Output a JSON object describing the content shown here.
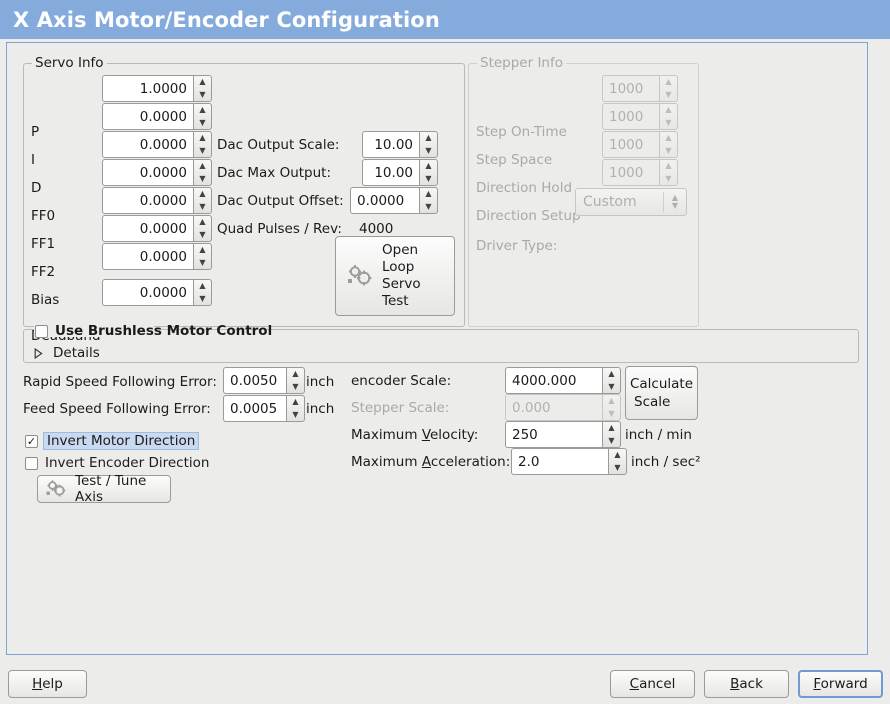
{
  "window": {
    "title": "X Axis Motor/Encoder Configuration",
    "header_color": "#85abdd",
    "panel_border_color": "#7fa3cf",
    "background": "#ececeb"
  },
  "servo_info": {
    "legend": "Servo Info",
    "rows": [
      {
        "label": "P",
        "value": "1.0000"
      },
      {
        "label": "I",
        "value": "0.0000"
      },
      {
        "label": "D",
        "value": "0.0000"
      },
      {
        "label": "FF0",
        "value": "0.0000"
      },
      {
        "label": "FF1",
        "value": "0.0000"
      },
      {
        "label": "FF2",
        "value": "0.0000"
      },
      {
        "label": "Bias",
        "value": "0.0000"
      },
      {
        "label": "Deadband",
        "value": "0.0000"
      }
    ],
    "dac": [
      {
        "label": "Dac Output Scale:",
        "value": "10.00"
      },
      {
        "label": "Dac Max Output:",
        "value": "10.00"
      },
      {
        "label": "Dac Output Offset:",
        "value": "0.0000"
      }
    ],
    "quad_pulses_label": "Quad Pulses / Rev:",
    "quad_pulses_value": "4000",
    "open_loop_button": {
      "line1": "Open",
      "line2": "Loop",
      "line3": "Servo",
      "line4": "Test",
      "icon": "gears-icon"
    }
  },
  "stepper_info": {
    "legend": "Stepper Info",
    "enabled": false,
    "rows": [
      {
        "label": "Step On-Time",
        "value": "1000"
      },
      {
        "label": "Step Space",
        "value": "1000"
      },
      {
        "label": "Direction Hold",
        "value": "1000"
      },
      {
        "label": "Direction Setup",
        "value": "1000"
      }
    ],
    "driver_type_label": "Driver Type:",
    "driver_type_value": "Custom"
  },
  "brushless": {
    "checkbox_label": "Use Brushless Motor Control",
    "checked": false,
    "details_label": "Details",
    "details_expanded": false
  },
  "following_errors": [
    {
      "label": "Rapid Speed Following Error:",
      "value": "0.0050",
      "unit": "inch"
    },
    {
      "label": "Feed Speed Following Error:",
      "value": "0.0005",
      "unit": "inch"
    }
  ],
  "invert_options": [
    {
      "label": "Invert Motor Direction",
      "checked": true,
      "focused": true
    },
    {
      "label": "Invert Encoder Direction",
      "checked": false,
      "focused": false
    }
  ],
  "test_tune_button": {
    "label": "Test / Tune Axis",
    "icon": "gears-icon"
  },
  "scale_section": {
    "encoder_scale": {
      "label": "encoder Scale:",
      "value": "4000.000",
      "enabled": true
    },
    "stepper_scale": {
      "label": "Stepper Scale:",
      "value": "0.000",
      "enabled": false
    },
    "max_velocity": {
      "label_pre": "Maximum ",
      "label_mn": "V",
      "label_post": "elocity:",
      "value": "250",
      "unit": "inch / min"
    },
    "max_accel": {
      "label_pre": "Maximum ",
      "label_mn": "A",
      "label_post": "cceleration:",
      "value": "2.0",
      "unit": "inch / sec²"
    },
    "calculate_button": {
      "line1": "Calculate",
      "line2": "Scale"
    }
  },
  "footer": {
    "help": {
      "mn": "H",
      "rest": "elp",
      "focused": false
    },
    "cancel": {
      "mn": "C",
      "rest": "ancel",
      "focused": false
    },
    "back": {
      "mn": "B",
      "rest": "ack",
      "focused": false
    },
    "forward": {
      "mn": "F",
      "rest": "orward",
      "focused": true
    }
  }
}
